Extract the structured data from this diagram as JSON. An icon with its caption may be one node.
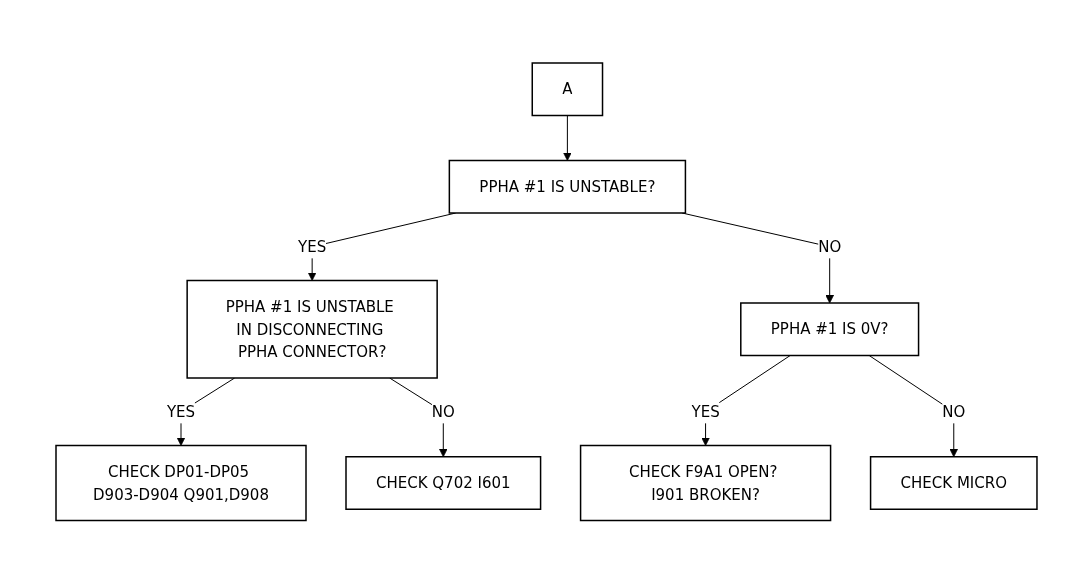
{
  "diagram": {
    "nodes": [
      {
        "text": [
          "A"
        ]
      },
      {
        "text": [
          "PPHA #1 IS UNSTABLE?"
        ]
      },
      {
        "text": [
          "PPHA #1 IS UNSTABLE IN DISCONNECTING PPHA CONNECTOR?"
        ]
      },
      {
        "text": [
          "PPHA #1 IS 0V?"
        ]
      },
      {
        "text": [
          "CHECK DP01-DP05 D903-D904 Q901,D908"
        ]
      },
      {
        "text": [
          "CHECK Q702 I601"
        ]
      },
      {
        "text": [
          "CHECK F9A1 OPEN? I901 BROKEN?"
        ]
      },
      {
        "text": [
          "CHECK MICRO"
        ]
      }
    ],
    "edges": [
      {
        "from": 0,
        "to": 1,
        "arrow": "to"
      },
      {
        "from": 1,
        "to": 2,
        "arrow": "to",
        "label": "YES"
      },
      {
        "from": 1,
        "to": 3,
        "arrow": "to",
        "label": "NO"
      },
      {
        "from": 2,
        "to": 4,
        "arrow": "to",
        "label": "YES"
      },
      {
        "from": 2,
        "to": 5,
        "arrow": "to",
        "label": "NO"
      },
      {
        "from": 3,
        "to": 6,
        "arrow": "to",
        "label": "YES"
      },
      {
        "from": 3,
        "to": 7,
        "arrow": "to",
        "label": "NO"
      }
    ]
  }
}
